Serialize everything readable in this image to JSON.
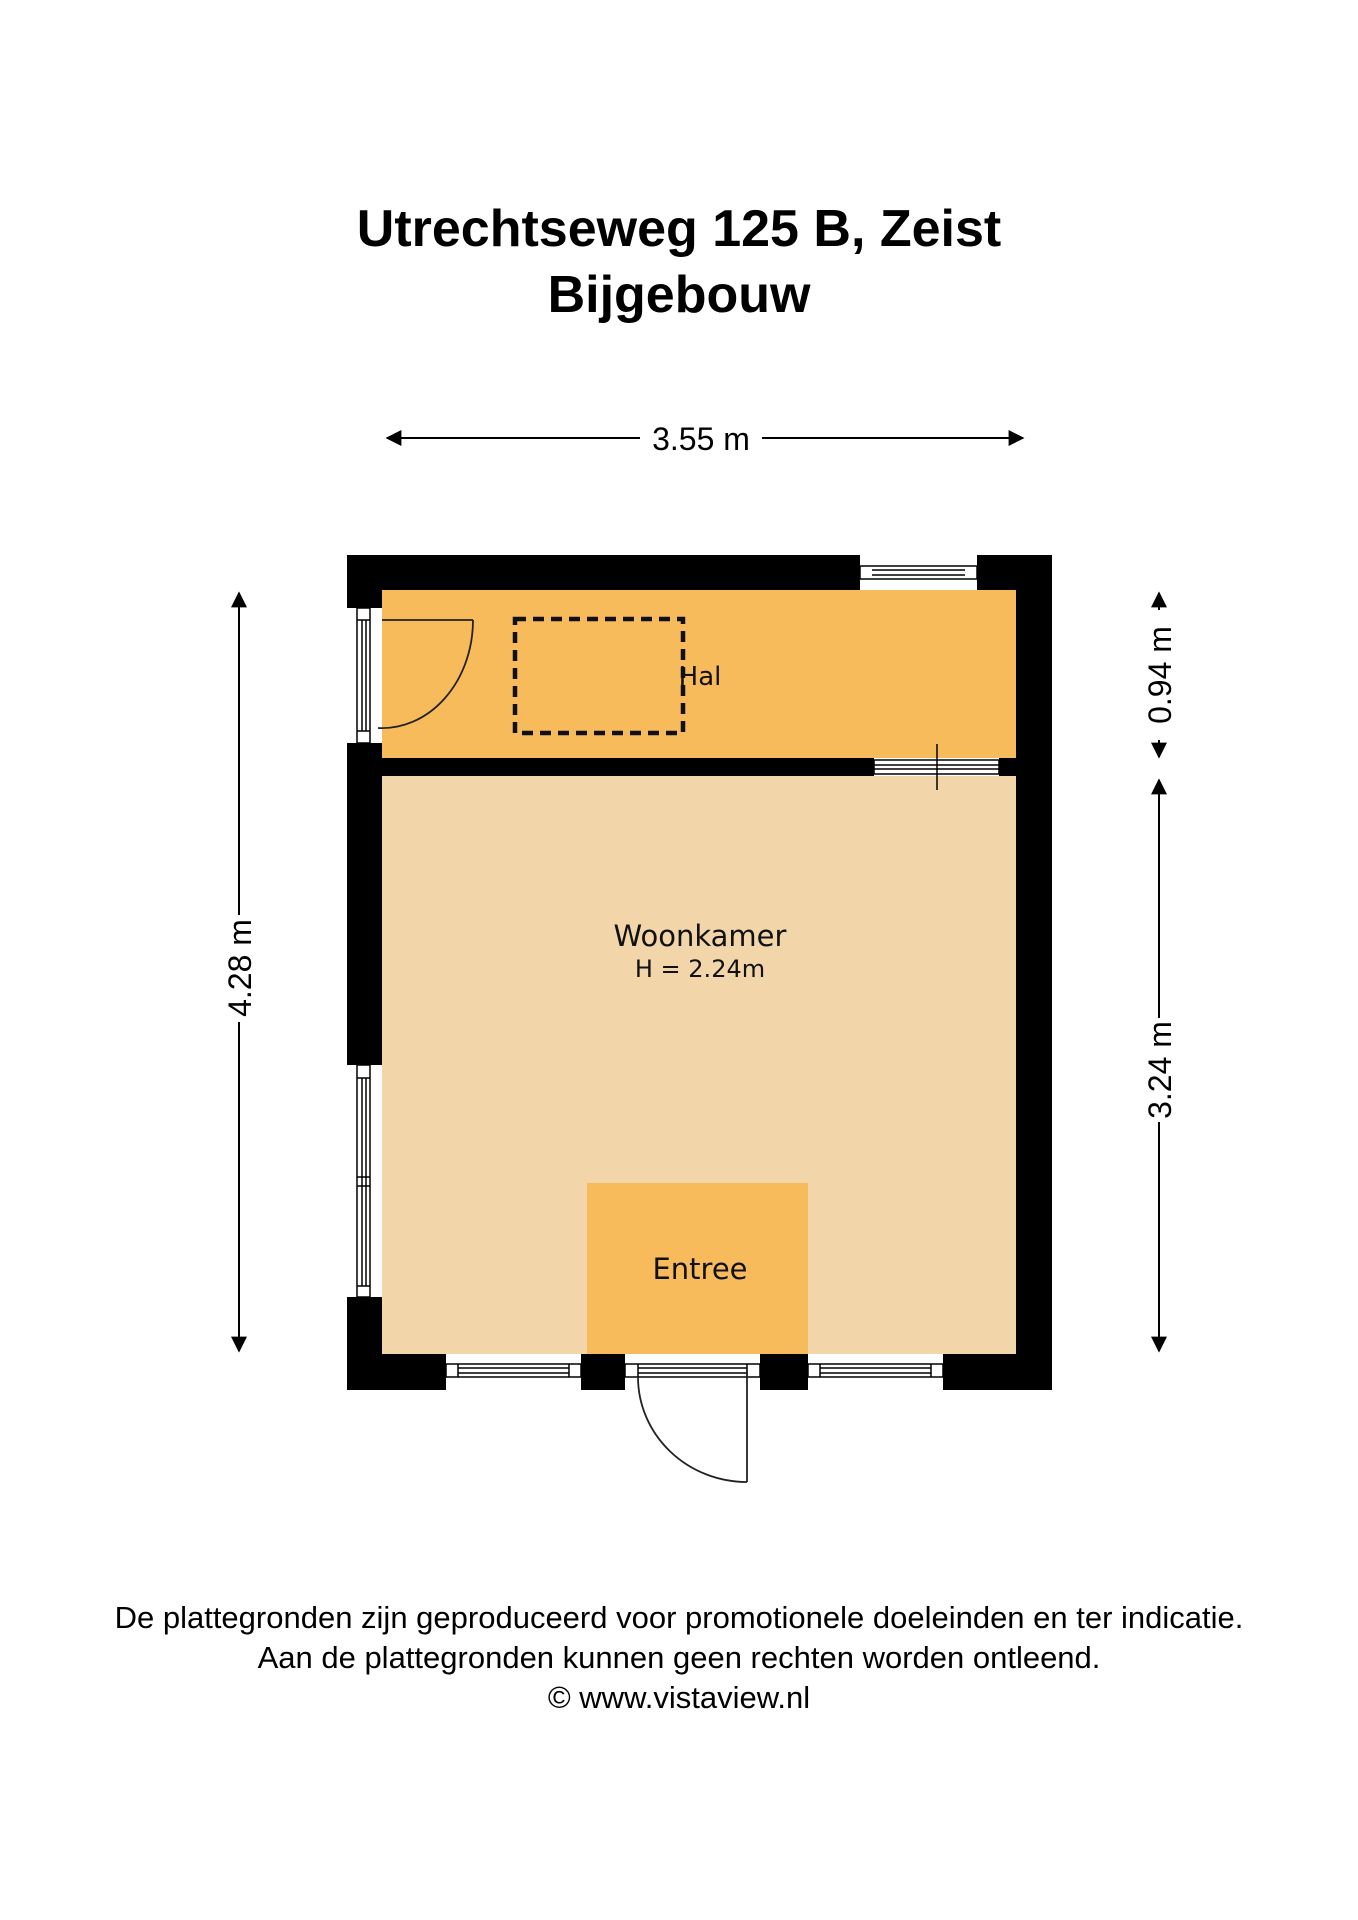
{
  "header": {
    "title": "Utrechtseweg 125 B, Zeist",
    "subtitle": "Bijgebouw"
  },
  "dimensions": {
    "width": "3.55 m",
    "height_total": "4.28 m",
    "height_hal": "0.94 m",
    "height_woonkamer": "3.24 m"
  },
  "rooms": {
    "hal": {
      "label": "Hal",
      "color": "#F8BB5C"
    },
    "woonkamer": {
      "label": "Woonkamer",
      "ceiling_height": "H = 2.24m",
      "color": "#F2D6AA"
    },
    "entree": {
      "label": "Entree",
      "color": "#F8BB5C"
    }
  },
  "colors": {
    "wall": "#000000",
    "background": "#FFFFFF"
  },
  "footer": {
    "line1": "De plattegronden zijn geproduceerd voor promotionele doeleinden en ter indicatie.",
    "line2": "Aan de plattegronden kunnen geen rechten worden ontleend.",
    "line3": "© www.vistaview.nl"
  }
}
